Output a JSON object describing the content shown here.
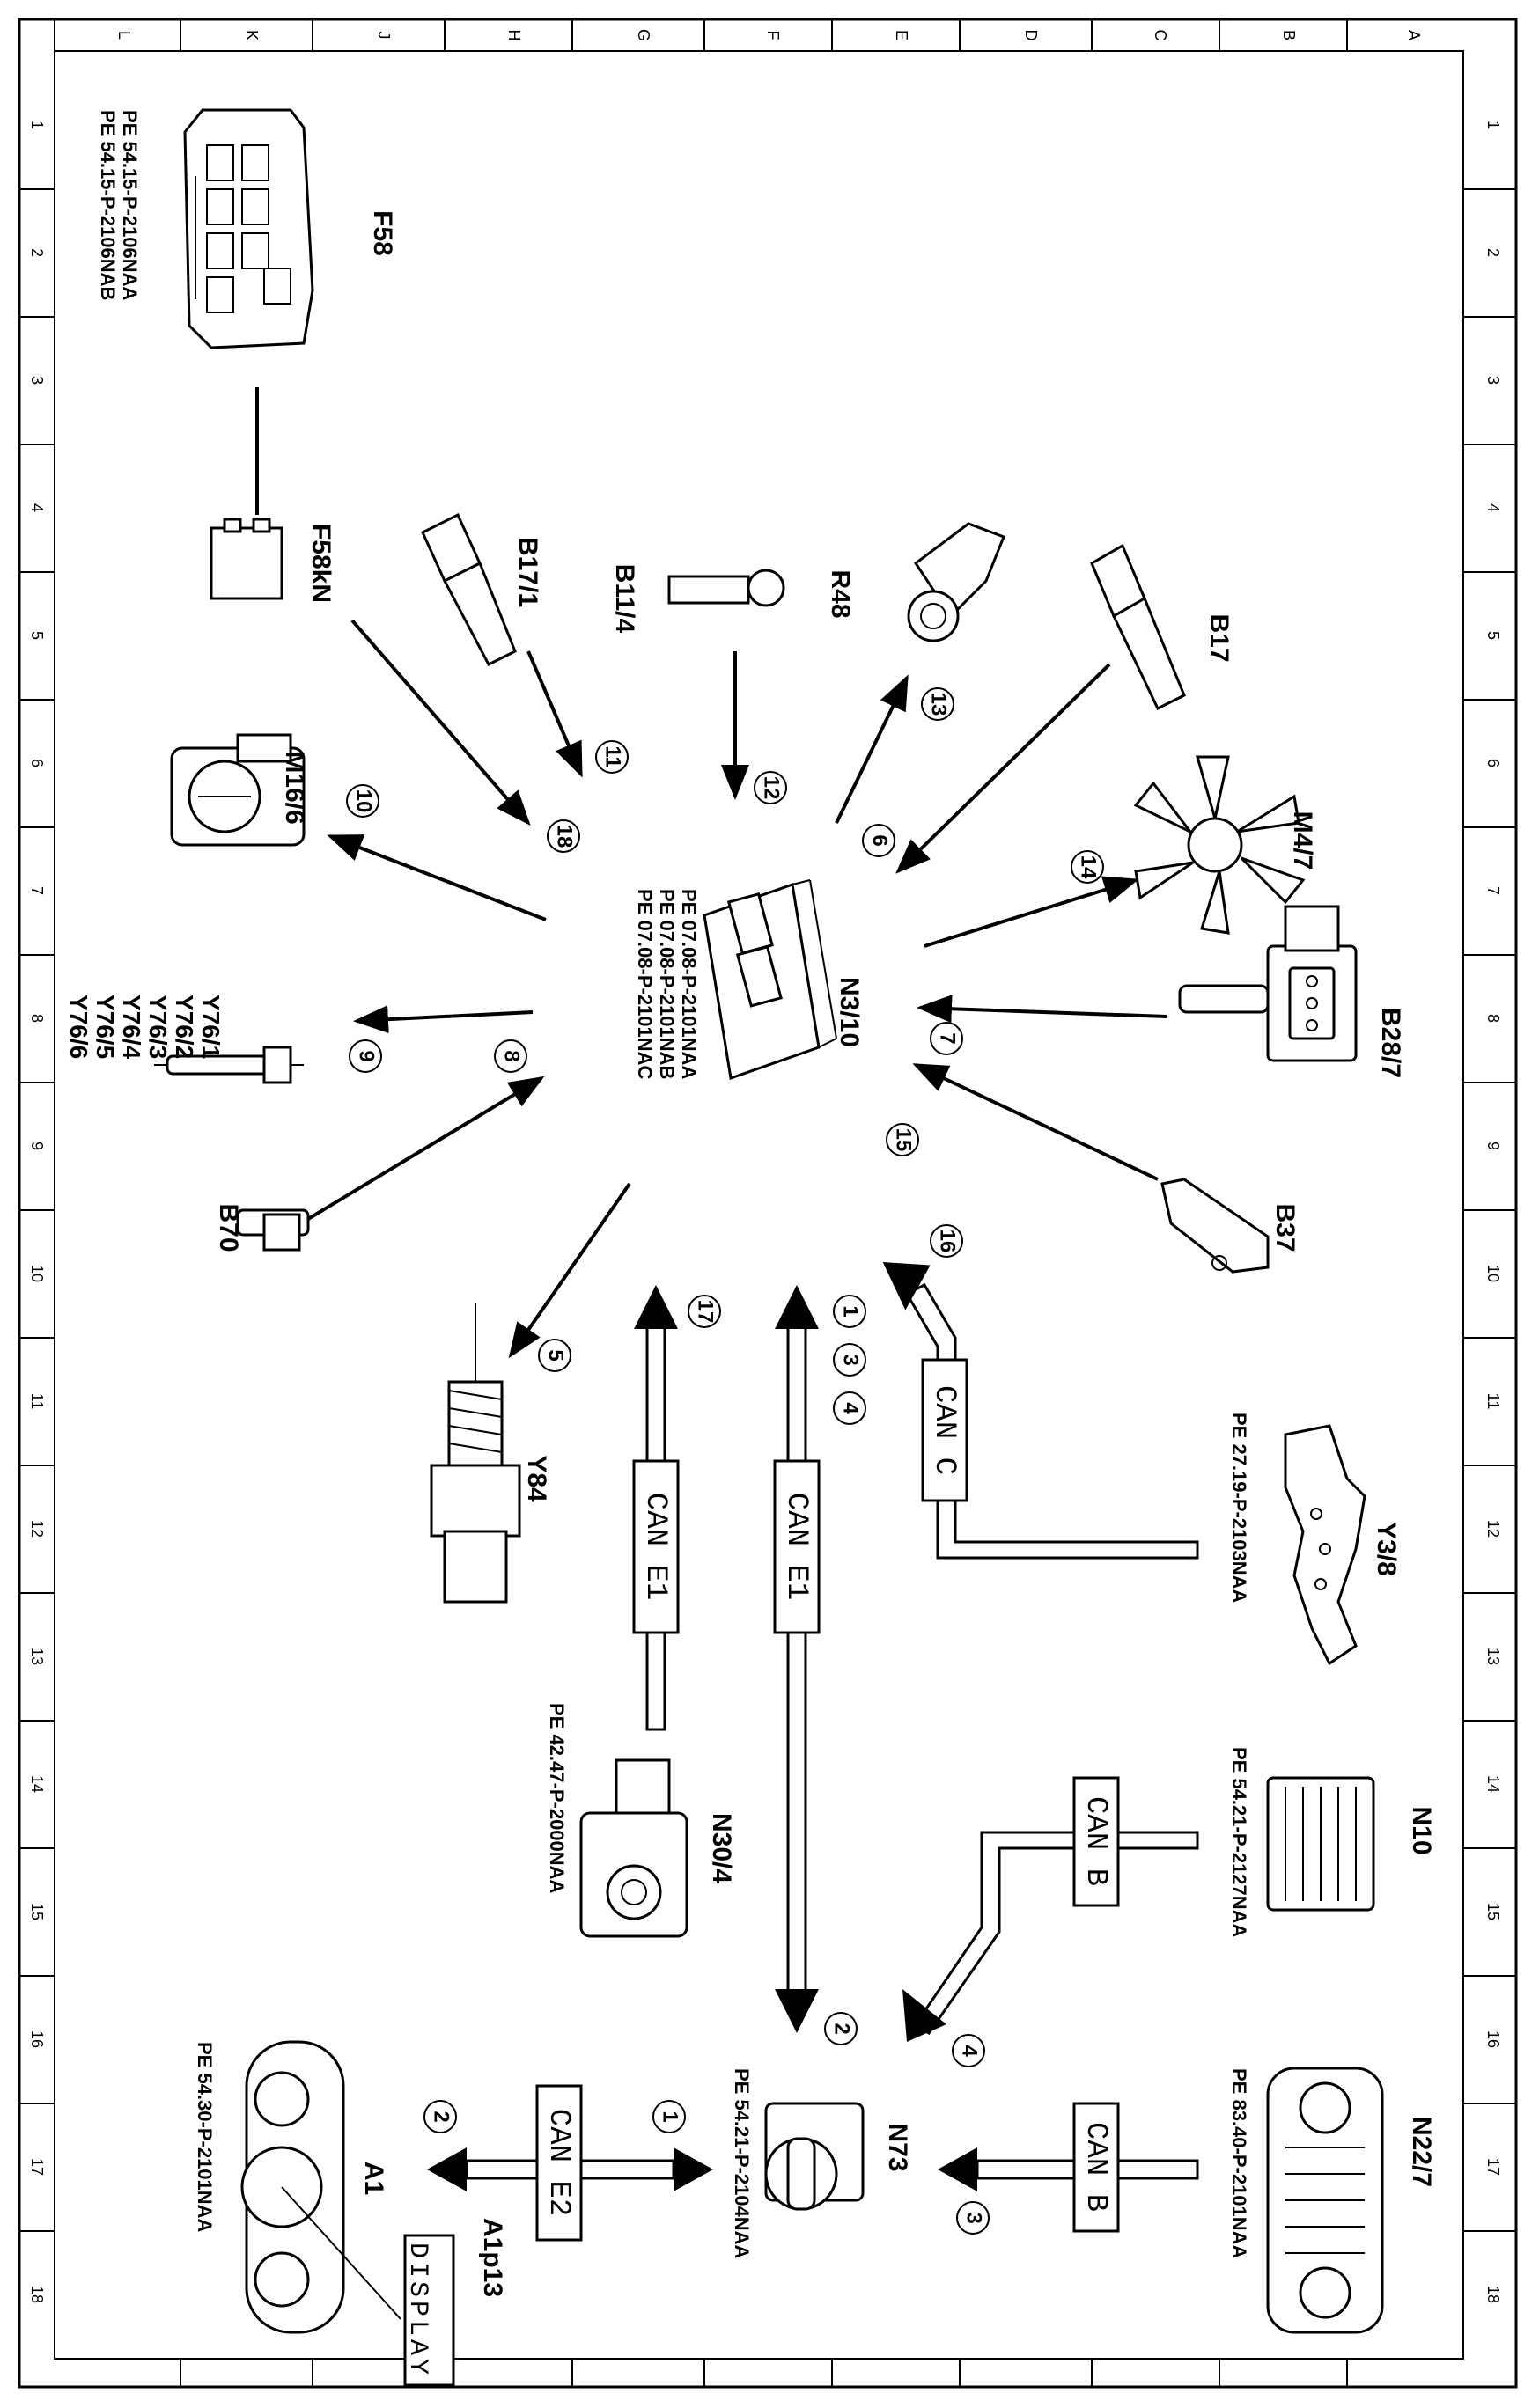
{
  "grid": {
    "letters": [
      "A",
      "B",
      "C",
      "D",
      "E",
      "F",
      "G",
      "H",
      "J",
      "K",
      "L"
    ],
    "numbers": [
      "1",
      "2",
      "3",
      "4",
      "5",
      "6",
      "7",
      "8",
      "9",
      "10",
      "11",
      "12",
      "13",
      "14",
      "15",
      "16",
      "17",
      "18"
    ]
  },
  "components": {
    "F58": {
      "label": "F58"
    },
    "F58kN": {
      "label": "F58kN"
    },
    "B17_1": {
      "label": "B17/1"
    },
    "B11_4": {
      "label": "B11/4"
    },
    "R48": {
      "label": "R48"
    },
    "B17": {
      "label": "B17"
    },
    "M4_7": {
      "label": "M4/7"
    },
    "M16_6": {
      "label": "M16/6"
    },
    "N3_10": {
      "label": "N3/10"
    },
    "B28_7": {
      "label": "B28/7"
    },
    "Y76": {
      "label": "Y76/1\nY76/2\nY76/3\nY76/4\nY76/5\nY76/6"
    },
    "B70": {
      "label": "B70"
    },
    "B37": {
      "label": "B37"
    },
    "Y84": {
      "label": "Y84"
    },
    "Y3_8": {
      "label": "Y3/8"
    },
    "N30_4": {
      "label": "N30/4"
    },
    "N10": {
      "label": "N10"
    },
    "N73": {
      "label": "N73"
    },
    "N22_7": {
      "label": "N22/7"
    },
    "A1": {
      "label": "A1"
    },
    "A1p13": {
      "label": "A1p13"
    }
  },
  "references": {
    "F58_1": "PE 54.15-P-2106NAA",
    "F58_2": "PE 54.15-P-2106NAB",
    "N3_10_1": "PE 07.08-P-2101NAA",
    "N3_10_2": "PE 07.08-P-2101NAB",
    "N3_10_3": "PE 07.08-P-2101NAC",
    "Y3_8": "PE 27.19-P-2103NAA",
    "N30_4": "PE 42.47-P-2000NAA",
    "N10": "PE 54.21-P-2127NAA",
    "N73": "PE 54.21-P-2104NAA",
    "N22_7": "PE 83.40-P-2101NAA",
    "A1": "PE 54.30-P-2101NAA"
  },
  "buses": {
    "can_c": "CAN C",
    "can_e1_a": "CAN E1",
    "can_e1_b": "CAN E1",
    "can_b_1": "CAN B",
    "can_b_2": "CAN B",
    "can_e2": "CAN E2"
  },
  "display_text": "DISPLAY",
  "signal_numbers": {
    "n1a": "1",
    "n3a": "3",
    "n4a": "4",
    "n2a": "2",
    "n4b": "4",
    "n3b": "3",
    "n1b": "1",
    "n2b": "2",
    "n5": "5",
    "n6": "6",
    "n7": "7",
    "n8": "8",
    "n9": "9",
    "n10": "10",
    "n11": "11",
    "n12": "12",
    "n13": "13",
    "n14": "14",
    "n15": "15",
    "n16": "16",
    "n17": "17",
    "n18": "18"
  }
}
